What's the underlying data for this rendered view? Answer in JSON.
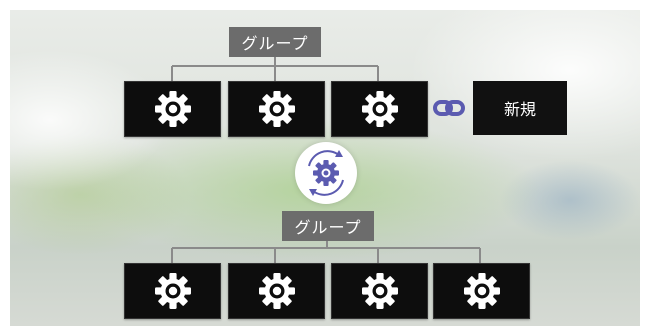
{
  "groups": {
    "top_label": "グループ",
    "bottom_label": "グループ"
  },
  "new_device": {
    "label": "新規"
  },
  "icons": {
    "device_icon": "gear-icon",
    "link_icon": "chain-link-icon",
    "center_icon": "gear-sync-icon"
  },
  "colors": {
    "label_bg": "#6c6c6c",
    "device_bg": "#0d0d0d",
    "gear_white": "#ffffff",
    "accent_purple": "#5b5bb0"
  }
}
